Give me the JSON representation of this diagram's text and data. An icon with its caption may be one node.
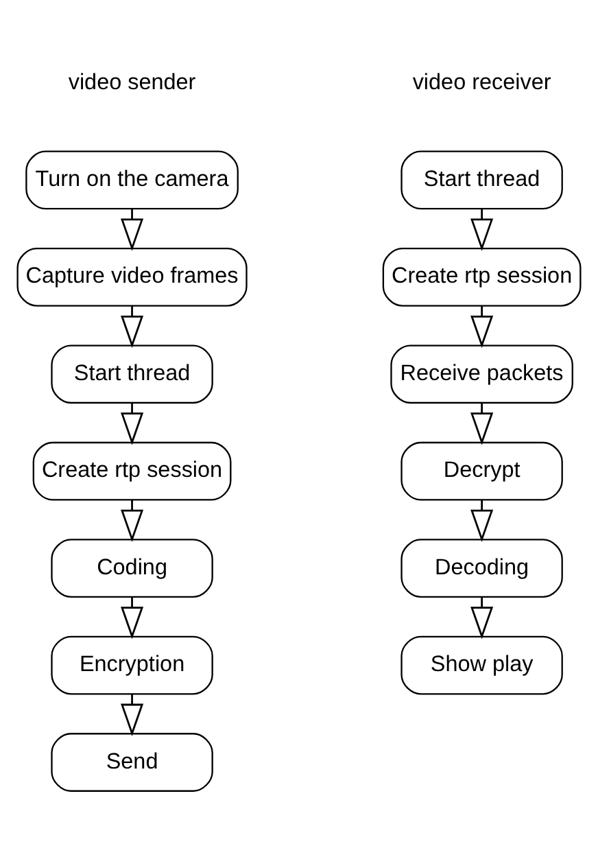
{
  "diagram": {
    "nodes": [
      {
        "text": [
          "Turn on the camera"
        ]
      },
      {
        "text": [
          "Capture video frames"
        ]
      },
      {
        "text": [
          "Start thread"
        ]
      },
      {
        "text": [
          "Create rtp session"
        ]
      },
      {
        "text": [
          "Coding"
        ]
      },
      {
        "text": [
          "Encryption"
        ]
      },
      {
        "text": [
          "Send"
        ]
      },
      {
        "text": [
          "Start thread"
        ]
      },
      {
        "text": [
          "Create rtp session"
        ]
      },
      {
        "text": [
          "Receive packets"
        ]
      },
      {
        "text": [
          "Decrypt"
        ]
      },
      {
        "text": [
          "Decoding"
        ]
      },
      {
        "text": [
          "Show play"
        ]
      }
    ],
    "edges": [
      {
        "from": 0,
        "to": 1,
        "arrow": "to"
      },
      {
        "from": 1,
        "to": 2,
        "arrow": "to"
      },
      {
        "from": 2,
        "to": 3,
        "arrow": "to"
      },
      {
        "from": 3,
        "to": 4,
        "arrow": "to"
      },
      {
        "from": 4,
        "to": 5,
        "arrow": "to"
      },
      {
        "from": 5,
        "to": 6,
        "arrow": "to"
      },
      {
        "from": 7,
        "to": 8,
        "arrow": "to"
      },
      {
        "from": 8,
        "to": 9,
        "arrow": "to"
      },
      {
        "from": 9,
        "to": 10,
        "arrow": "to"
      },
      {
        "from": 10,
        "to": 11,
        "arrow": "to"
      },
      {
        "from": 11,
        "to": 12,
        "arrow": "to"
      }
    ],
    "labels": [
      "video sender",
      "video receiver"
    ]
  }
}
